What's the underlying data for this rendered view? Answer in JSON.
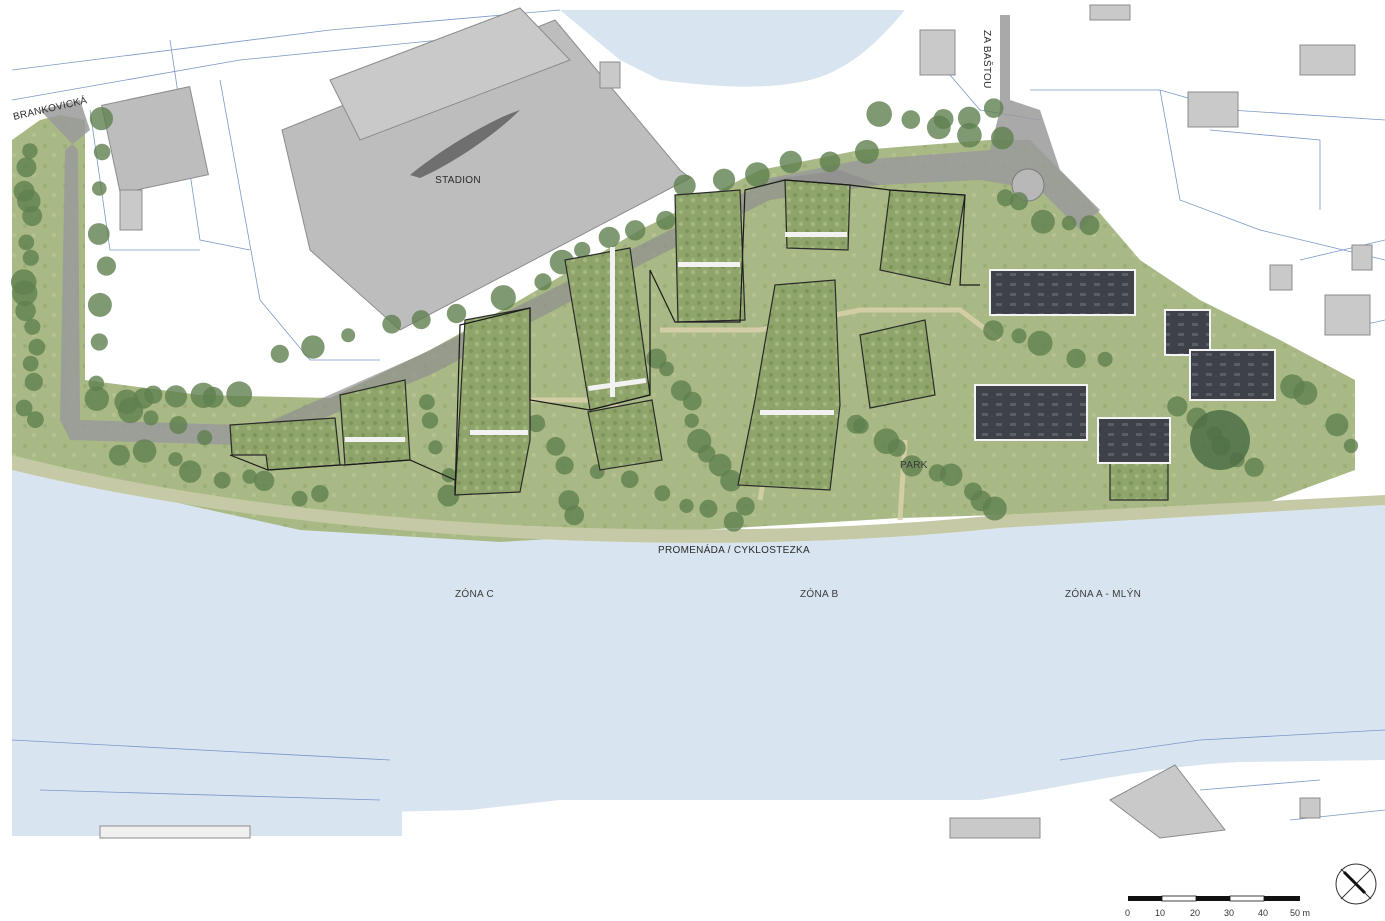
{
  "labels": {
    "stadium": "STADION",
    "street_west": "BRANKOVICKÁ",
    "street_north": "ZA BAŠTOU",
    "promenade": "PROMENÁDA / CYKLOSTEZKA",
    "park": "PARK",
    "zone_c": "ZÓNA C",
    "zone_b": "ZÓNA B",
    "zone_a": "ZÓNA A - MLÝN"
  },
  "scale_bar": {
    "ticks": [
      "0",
      "10",
      "20",
      "30",
      "40",
      "50 m"
    ]
  },
  "colors": {
    "water": "#d8e4f0",
    "vegetation": "#9fb27a",
    "tree": "#5f7f4f",
    "building_grey": "#bdbdbd",
    "green_roof": "#8fa46a",
    "dark_roof": "#3e4148",
    "road": "#9a9a9a",
    "cadastre_line": "#7a98c8"
  },
  "icons": {
    "north_arrow": "north-arrow-icon"
  }
}
